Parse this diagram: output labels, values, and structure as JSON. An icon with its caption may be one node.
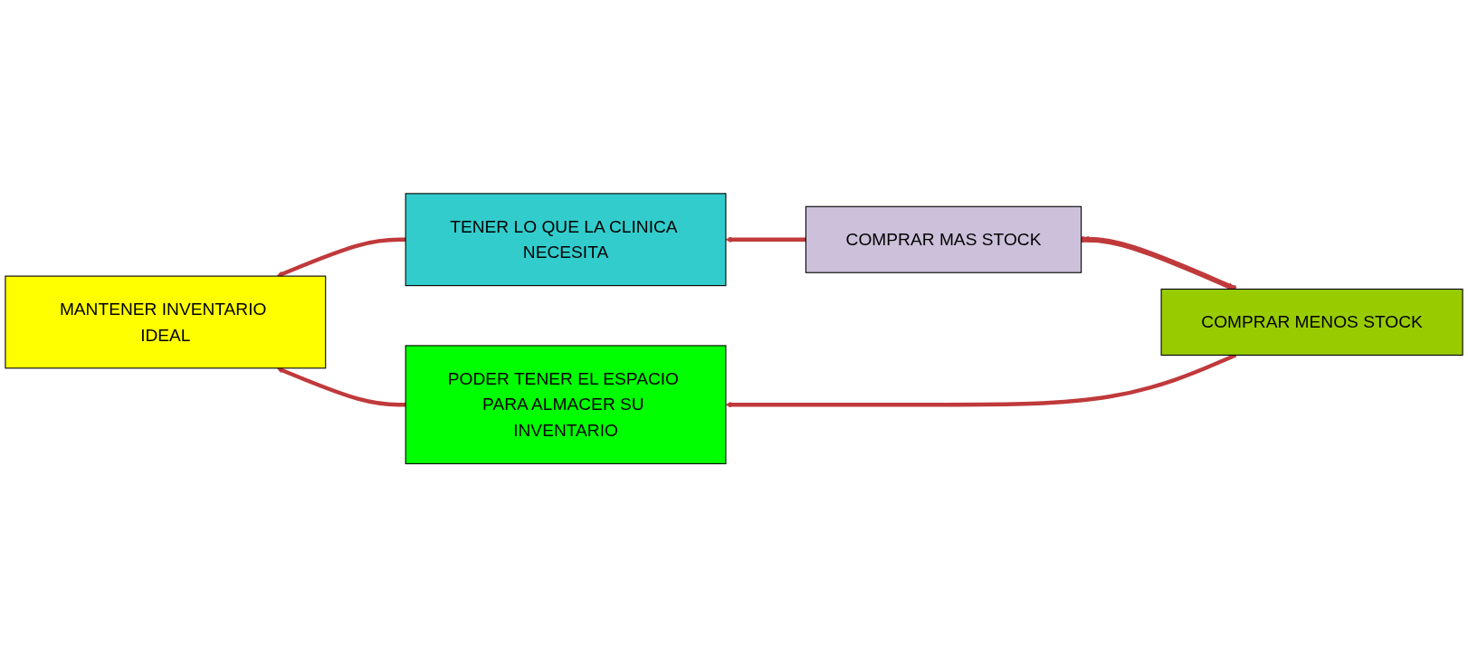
{
  "diagram": {
    "nodes": [
      {
        "text": [
          "MANTENER INVENTARIO IDEAL"
        ]
      },
      {
        "text": [
          "TENER LO QUE LA CLINICA NECESITA"
        ]
      },
      {
        "text": [
          "COMPRAR MAS STOCK"
        ]
      },
      {
        "text": [
          "PODER TENER EL ESPACIO PARA ALMACER SU INVENTARIO"
        ]
      },
      {
        "text": [
          "COMPRAR MENOS STOCK"
        ]
      }
    ],
    "edges": [
      {
        "from": 1,
        "to": 0,
        "arrow": "to"
      },
      {
        "from": 2,
        "to": 1,
        "arrow": "to"
      },
      {
        "from": 3,
        "to": 0,
        "arrow": "to"
      },
      {
        "from": 4,
        "to": 3,
        "arrow": "to"
      },
      {
        "from": 4,
        "to": 2,
        "arrow": "other"
      }
    ]
  }
}
